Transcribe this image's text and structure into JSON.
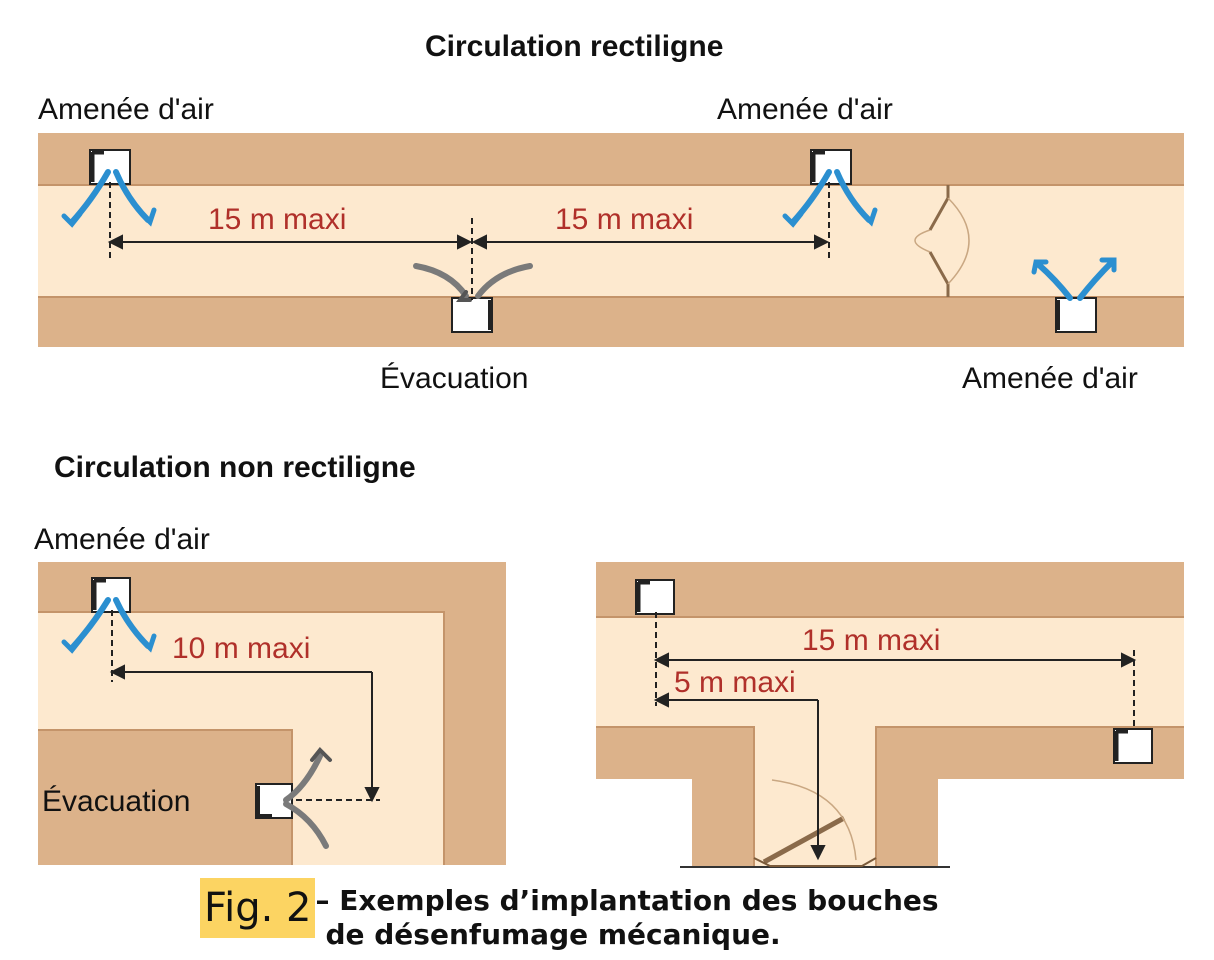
{
  "top_section": {
    "title": "Circulation rectiligne",
    "inlet_left": "Amenée d'air",
    "inlet_right": "Amenée d'air",
    "inlet_bottom": "Amenée d'air",
    "outlet": "Évacuation",
    "dim_left": "15 m maxi",
    "dim_right": "15 m maxi"
  },
  "bottom_section": {
    "title": "Circulation non rectiligne",
    "inlet": "Amenée d'air",
    "outlet": "Évacuation",
    "dim_corner": "10 m maxi",
    "dim_long": "15 m maxi",
    "dim_short": "5 m maxi"
  },
  "caption": {
    "fig_label": "Fig. 2",
    "line1": "– Exemples d’implantation des bouches",
    "line2": "de désenfumage mécanique."
  },
  "colors": {
    "wall": "#dcb28a",
    "wall_edge": "#c4946a",
    "corridor": "#fde9cf",
    "air_inlet_arrow": "#2b8fd0",
    "exhaust_arrow": "#7a7a7a",
    "dimension_text": "#b0302a",
    "caption_highlight": "#fcd462"
  }
}
